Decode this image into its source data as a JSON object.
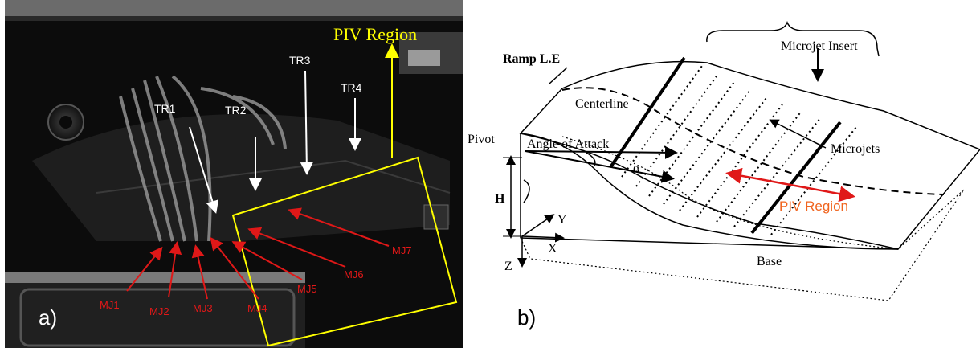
{
  "panel_a": {
    "panel_label": "a)",
    "piv_label": "PIV Region",
    "tr_labels": [
      "TR1",
      "TR2",
      "TR3",
      "TR4"
    ],
    "mj_labels": [
      "MJ1",
      "MJ2",
      "MJ3",
      "MJ4",
      "MJ5",
      "MJ6",
      "MJ7"
    ],
    "colors": {
      "piv": "#ffff00",
      "tr": "#ffffff",
      "mj": "#e01818"
    }
  },
  "panel_b": {
    "panel_label": "b)",
    "labels": {
      "ramp_le": "Ramp L.E",
      "microjet_insert": "Microjet Insert",
      "centerline": "Centerline",
      "microjets": "Microjets",
      "pivot": "Pivot",
      "angle_of_attack": "Angle of Attack",
      "alpha": "α",
      "h": "H",
      "y": "Y",
      "x": "X",
      "z": "Z",
      "base": "Base",
      "piv_region": "PIV Region"
    },
    "colors": {
      "piv": "#f0641e",
      "arrow": "#e01818"
    }
  }
}
